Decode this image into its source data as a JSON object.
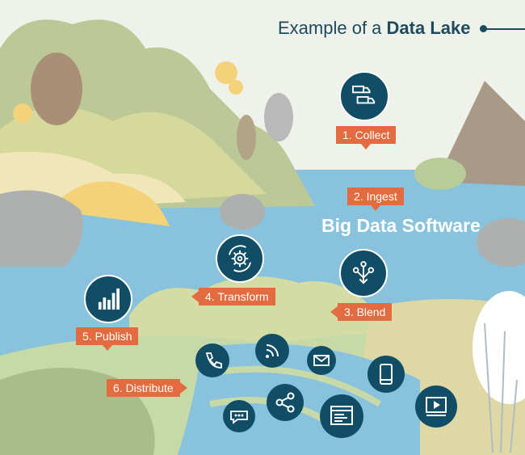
{
  "title": {
    "prefix": "Example of a ",
    "emphasis": "Data Lake"
  },
  "subtitle": "Big Data Software",
  "steps": [
    {
      "label": "1. Collect",
      "icon": "delivery-trucks-icon"
    },
    {
      "label": "2. Ingest",
      "icon": ""
    },
    {
      "label": "3. Blend",
      "icon": "branch-merge-icon"
    },
    {
      "label": "4. Transform",
      "icon": "gear-cycle-icon"
    },
    {
      "label": "5. Publish",
      "icon": "bar-chart-icon"
    },
    {
      "label": "6. Distribute",
      "icon": ""
    }
  ],
  "channels": [
    "phone-icon",
    "wifi-icon",
    "email-icon",
    "smartphone-icon",
    "video-icon",
    "chat-icon",
    "share-icon",
    "web-page-icon"
  ],
  "colors": {
    "accent": "#e26b3f",
    "navy": "#114e65",
    "water": "#87c1da",
    "title": "#1e4a5c",
    "background": "#eef2ea"
  }
}
